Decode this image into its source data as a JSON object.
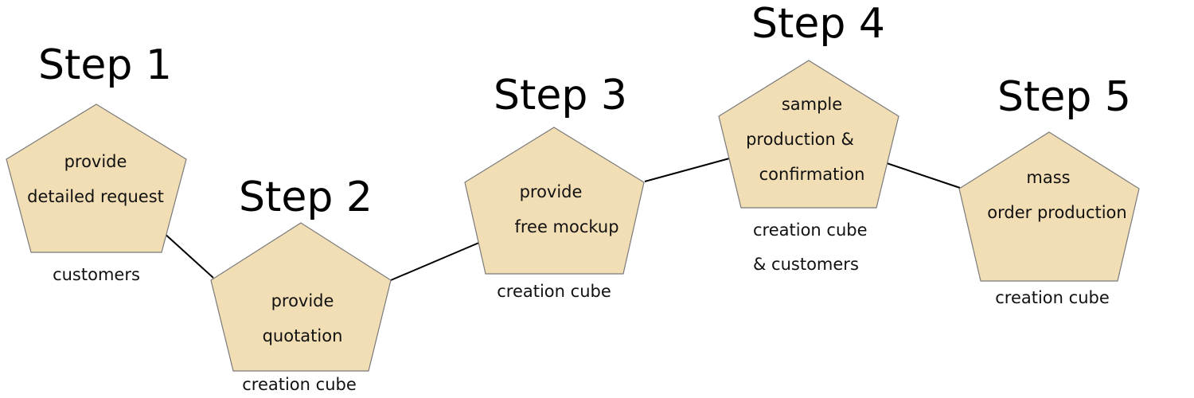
{
  "colors": {
    "pentagon_fill": "#f2deb5",
    "pentagon_stroke": "#7a7a7a",
    "connector": "#000000",
    "text": "#000000"
  },
  "steps": [
    {
      "heading": "Step 1",
      "lines": [
        "provide",
        "detailed request"
      ],
      "actor": [
        "customers"
      ]
    },
    {
      "heading": "Step 2",
      "lines": [
        "provide",
        "quotation"
      ],
      "actor": [
        "creation cube"
      ]
    },
    {
      "heading": "Step 3",
      "lines": [
        "provide",
        "free mockup"
      ],
      "actor": [
        "creation cube"
      ]
    },
    {
      "heading": "Step 4",
      "lines": [
        "sample",
        "production &",
        "confirmation"
      ],
      "actor": [
        "creation cube",
        "& customers"
      ]
    },
    {
      "heading": "Step 5",
      "lines": [
        "mass",
        "order production"
      ],
      "actor": [
        "creation cube"
      ]
    }
  ]
}
